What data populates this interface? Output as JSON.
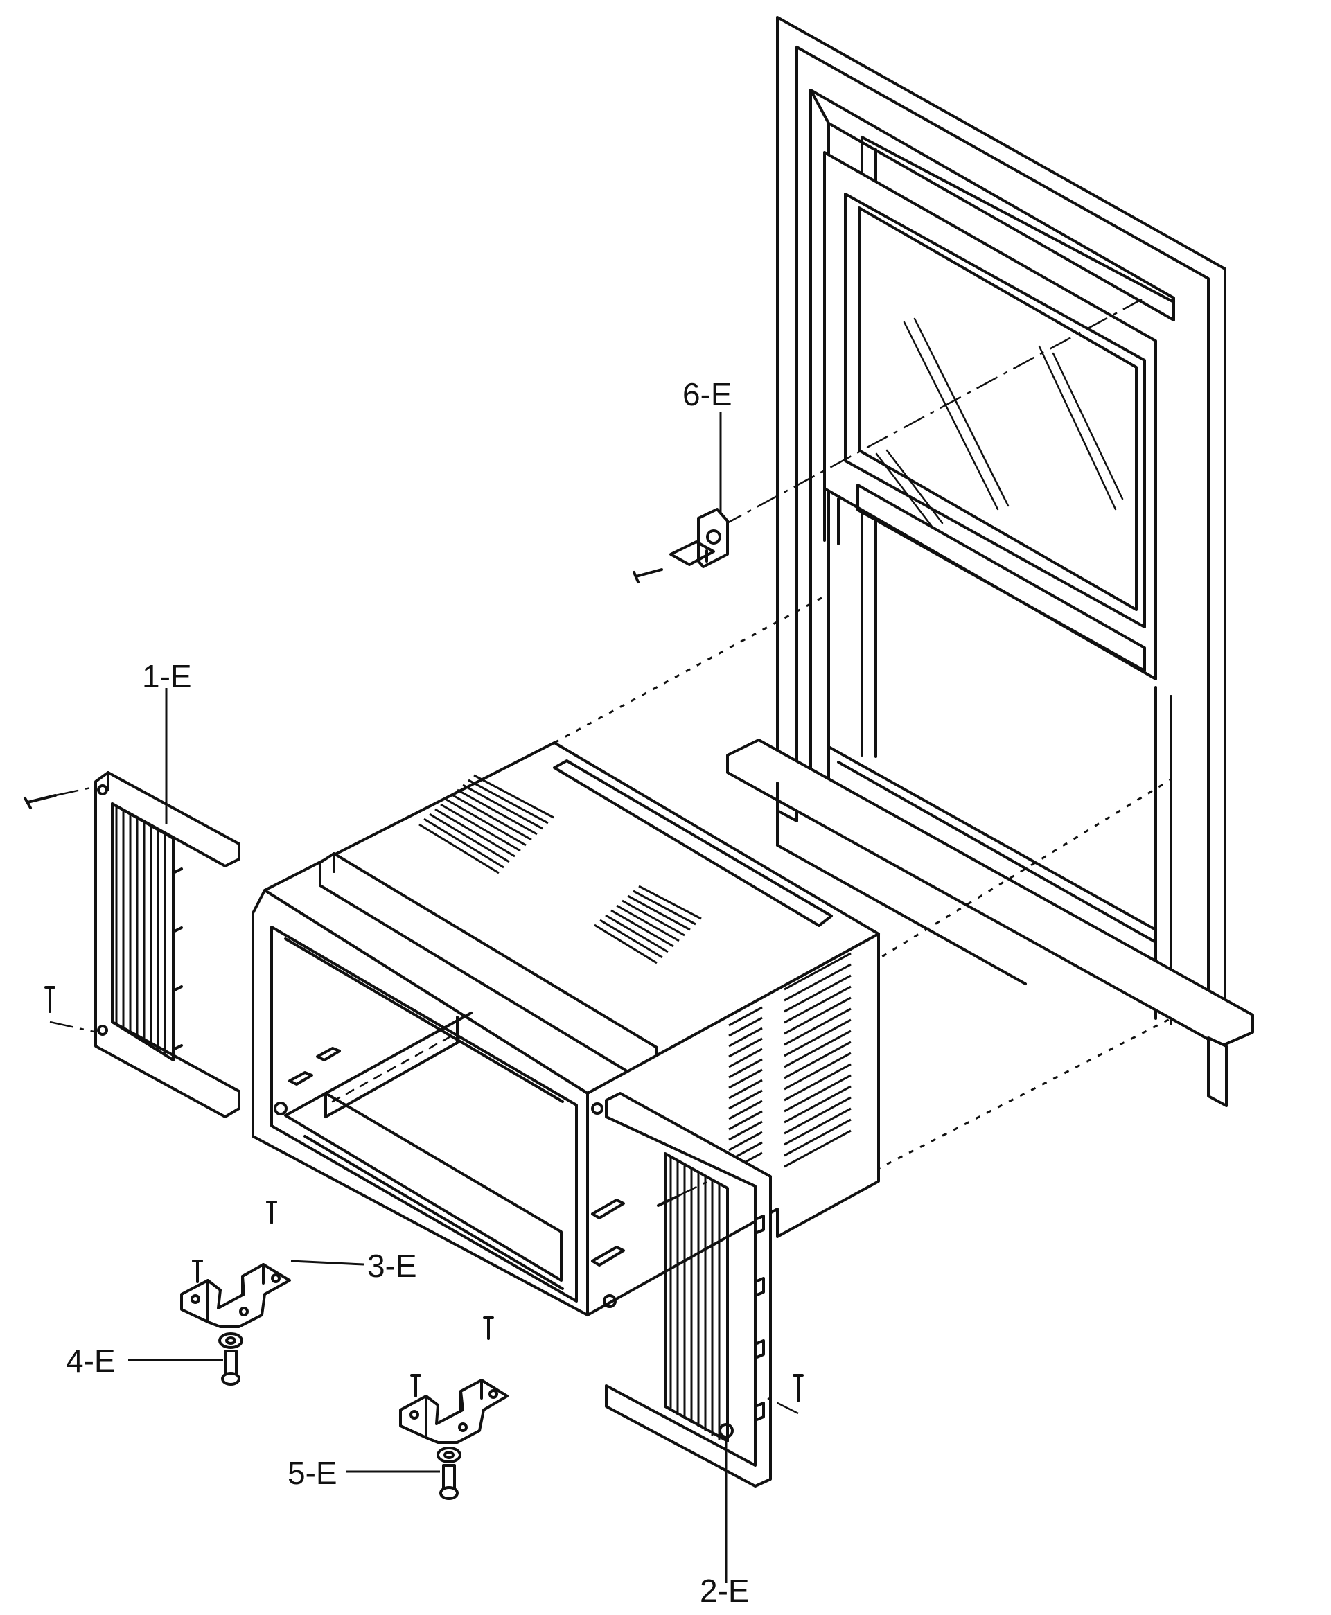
{
  "parts": [
    {
      "id": "1-E"
    },
    {
      "id": "2-E"
    },
    {
      "id": "3-E"
    },
    {
      "id": "4-E"
    },
    {
      "id": "5-E"
    },
    {
      "id": "6-E"
    }
  ]
}
